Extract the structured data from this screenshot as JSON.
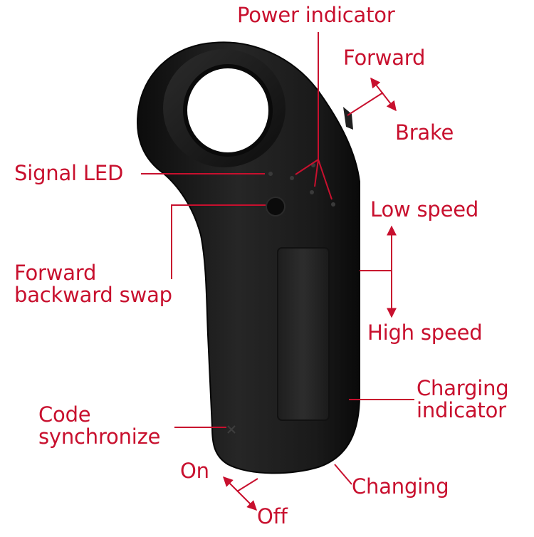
{
  "colors": {
    "label": "#c8102e",
    "line": "#c8102e",
    "body_dark": "#161616",
    "body_mid": "#2a2a2a",
    "background": "#ffffff"
  },
  "labels": {
    "power_indicator": "Power indicator",
    "forward": "Forward",
    "brake": "Brake",
    "signal_led": "Signal LED",
    "low_speed": "Low speed",
    "forward_backward_swap_line1": "Forward",
    "forward_backward_swap_line2": "backward swap",
    "high_speed": "High speed",
    "charging_indicator_line1": "Charging",
    "charging_indicator_line2": "indicator",
    "code_synchronize_line1": "Code",
    "code_synchronize_line2": "synchronize",
    "on": "On",
    "off": "Off",
    "changing": "Changing"
  }
}
